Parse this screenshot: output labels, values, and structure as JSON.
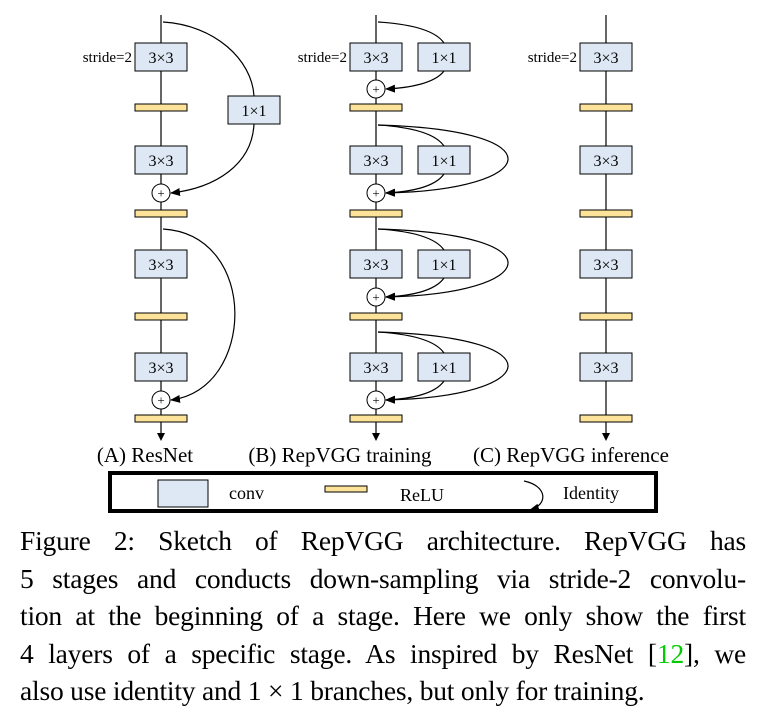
{
  "figure": {
    "columns": [
      {
        "id": "A",
        "label": "(A) ResNet",
        "stride_label": "stride=2",
        "layers": [
          {
            "type": "conv",
            "label": "3×3"
          },
          {
            "type": "relu"
          },
          {
            "type": "conv",
            "label": "3×3"
          },
          {
            "type": "add"
          },
          {
            "type": "relu"
          },
          {
            "type": "conv",
            "label": "3×3"
          },
          {
            "type": "relu"
          },
          {
            "type": "conv",
            "label": "3×3"
          },
          {
            "type": "add"
          },
          {
            "type": "relu"
          }
        ],
        "branches": [
          {
            "kind": "1x1-shortcut",
            "label": "1×1",
            "from_block": 1,
            "to_add": 1
          },
          {
            "kind": "identity",
            "from_block": 2,
            "to_add": 2
          }
        ]
      },
      {
        "id": "B",
        "label": "(B) RepVGG training",
        "stride_label": "stride=2",
        "blocks": [
          {
            "conv": "3×3",
            "branch": "1×1",
            "identity": false
          },
          {
            "conv": "3×3",
            "branch": "1×1",
            "identity": true
          },
          {
            "conv": "3×3",
            "branch": "1×1",
            "identity": true
          },
          {
            "conv": "3×3",
            "branch": "1×1",
            "identity": true
          }
        ]
      },
      {
        "id": "C",
        "label": "(C) RepVGG inference",
        "stride_label": "stride=2",
        "blocks": [
          {
            "conv": "3×3"
          },
          {
            "conv": "3×3"
          },
          {
            "conv": "3×3"
          },
          {
            "conv": "3×3"
          }
        ]
      }
    ],
    "add_symbol": "+",
    "legend": {
      "items": [
        {
          "icon": "conv-swatch",
          "label": "conv"
        },
        {
          "icon": "relu-swatch",
          "label": "ReLU"
        },
        {
          "icon": "identity-arrow",
          "label": "Identity"
        }
      ]
    },
    "colors": {
      "conv_fill": "#dde8f4",
      "relu_fill": "#fde39a",
      "stroke": "#000000",
      "citation": "#00cc00"
    }
  },
  "caption": {
    "lines": [
      "Figure 2:  Sketch of RepVGG architecture.  RepVGG has",
      "5 stages and conducts down-sampling via stride-2 convolu-",
      "tion at the beginning of a stage. Here we only show the first"
    ],
    "line4_before": "4 layers of a specific stage.  As inspired by ResNet [",
    "citation": "12",
    "line4_after": "], we",
    "line5": "also use identity and 1 × 1 branches, but only for training."
  }
}
